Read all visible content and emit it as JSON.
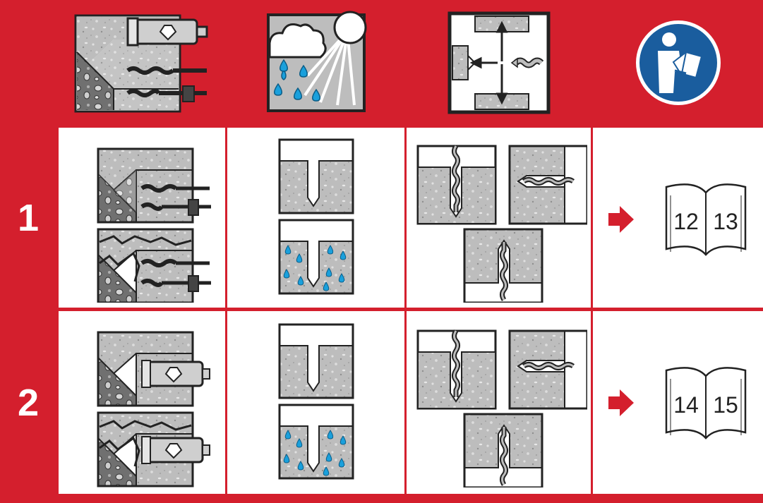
{
  "rows": [
    {
      "label": "1",
      "pages": [
        "12",
        "13"
      ]
    },
    {
      "label": "2",
      "pages": [
        "14",
        "15"
      ]
    }
  ],
  "icons": {
    "header": [
      "drilling-methods-icon",
      "wet-conditions-icon",
      "installation-directions-icon",
      "read-manual-icon"
    ],
    "row1": [
      "hammer-drilling-icon",
      "dry-wet-hole-icon",
      "drill-direction-icon",
      "book-icon"
    ],
    "row2": [
      "diamond-core-drilling-icon",
      "dry-wet-hole-icon",
      "drill-direction-icon",
      "book-icon"
    ]
  },
  "colors": {
    "brand_red": "#d41f2d",
    "water_blue": "#1aa0dc",
    "manual_blue": "#1a5d9e",
    "concrete_grey": "#b9b9b9"
  }
}
